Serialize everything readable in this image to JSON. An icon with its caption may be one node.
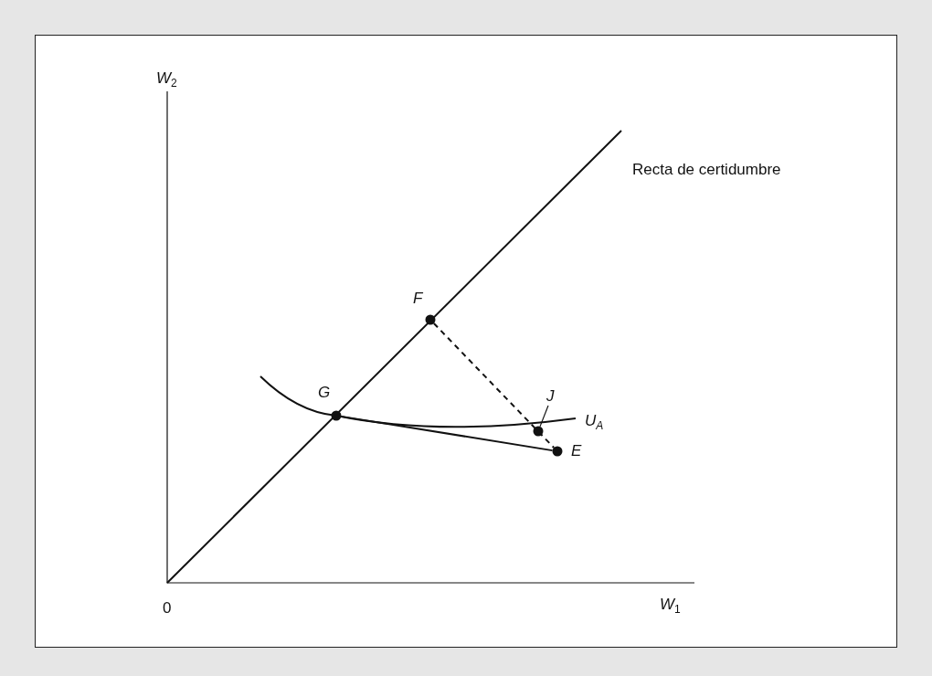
{
  "diagram": {
    "nodes": [
      {
        "text": [],
        "shape": "circle",
        "beside": [
          "G"
        ]
      },
      {
        "text": [],
        "shape": "circle",
        "beside": [
          "F"
        ]
      },
      {
        "text": [
          "J"
        ]
      },
      {
        "text": [],
        "shape": "circle"
      },
      {
        "text": [],
        "shape": "circle",
        "beside": [
          "E"
        ]
      }
    ],
    "edges": [
      {
        "from": 1,
        "to": 4,
        "arrow": "none",
        "style": "dashed"
      },
      {
        "from": 0,
        "to": 4,
        "arrow": "none"
      },
      {
        "from": 2,
        "to": 3,
        "arrow": "none"
      }
    ],
    "labels": [
      "*W*$_{2}$",
      "Recta de certidumbre",
      "*U*$_{A}$",
      "0",
      "*W*$_{1}$"
    ]
  }
}
